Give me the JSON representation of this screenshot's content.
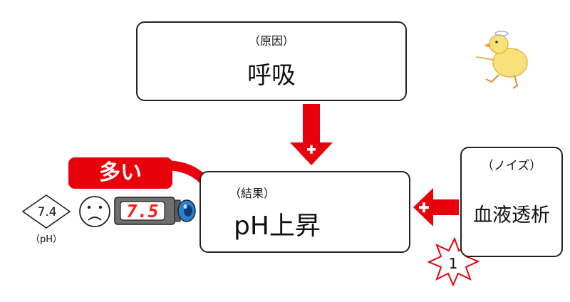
{
  "cause": {
    "note": "（原因）",
    "title": "呼吸"
  },
  "result": {
    "note": "（結果）",
    "title": "pH上昇"
  },
  "noise": {
    "note": "（ノイズ）",
    "title": "血液透析"
  },
  "badge": {
    "label": "多い"
  },
  "ph_meter": {
    "reading": "7.5",
    "normal_value": "7.4",
    "unit_label": "（pH）"
  },
  "arrows": {
    "cause_sign": "+",
    "noise_sign": "+"
  },
  "burst": {
    "number": "1"
  },
  "colors": {
    "accent_red": "#e8000b",
    "meter_red": "#ff1a1a",
    "lens_blue": "#2a7fd6"
  }
}
